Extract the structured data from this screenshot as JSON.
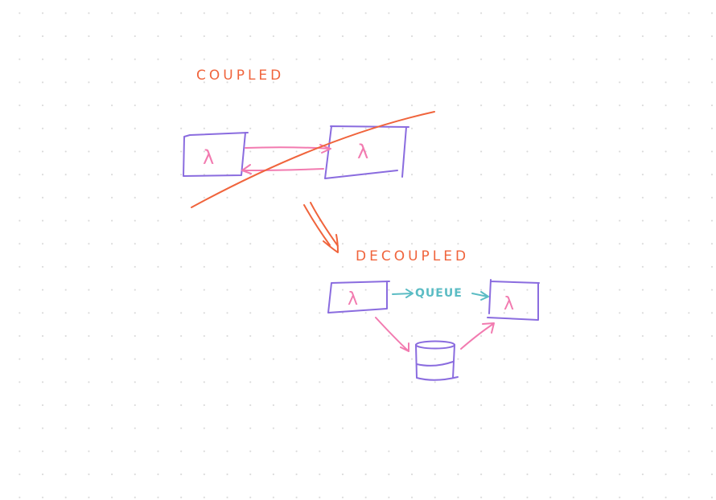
{
  "colors": {
    "heading": "#f0643c",
    "box": "#8a6cdf",
    "arrow": "#f27bb0",
    "queue": "#5bbcc4"
  },
  "coupled": {
    "title": "COUPLED",
    "lambda_left": "λ",
    "lambda_right": "λ"
  },
  "decoupled": {
    "title": "DECOUPLED",
    "lambda_left": "λ",
    "lambda_right": "λ",
    "queue_label": "QUEUE",
    "store_icon": "database-icon"
  }
}
